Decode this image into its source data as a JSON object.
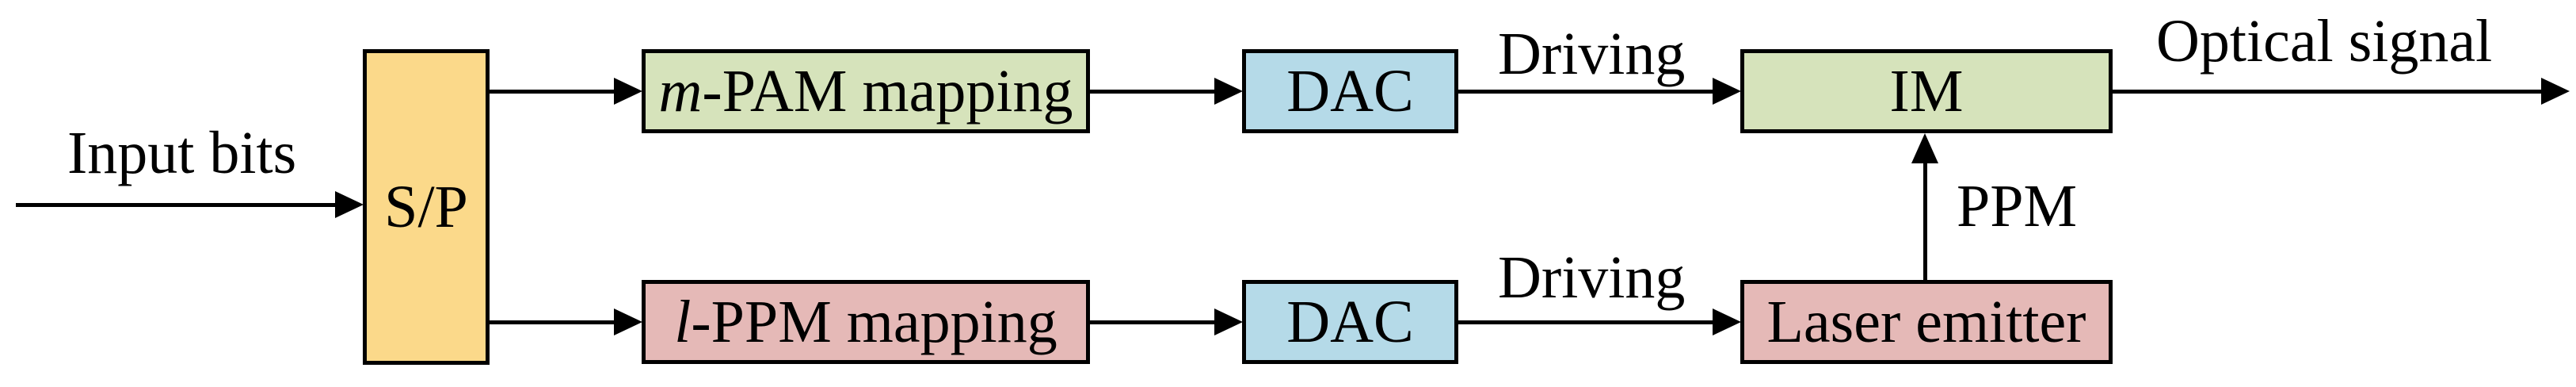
{
  "blocks": {
    "sp": {
      "label": "S/P",
      "fill": "#FBD98A"
    },
    "mpam": {
      "italic": "m",
      "label": "-PAM mapping",
      "fill": "#D6E3BB"
    },
    "lppm": {
      "italic": "l",
      "label": "-PPM mapping",
      "fill": "#E5B9B7"
    },
    "dac_top": {
      "label": "DAC",
      "fill": "#B5DAE8"
    },
    "dac_bottom": {
      "label": "DAC",
      "fill": "#B5DAE8"
    },
    "im": {
      "label": "IM",
      "fill": "#D6E3BB"
    },
    "laser": {
      "label": "Laser emitter",
      "fill": "#E5B9B7"
    }
  },
  "annotations": {
    "input_bits": "Input bits",
    "driving_top": "Driving",
    "driving_bottom": "Driving",
    "ppm": "PPM",
    "optical_signal": "Optical signal"
  },
  "edges": [
    {
      "from": "input",
      "to": "sp",
      "label": "Input bits"
    },
    {
      "from": "sp",
      "to": "mpam",
      "label": ""
    },
    {
      "from": "sp",
      "to": "lppm",
      "label": ""
    },
    {
      "from": "mpam",
      "to": "dac_top",
      "label": ""
    },
    {
      "from": "dac_top",
      "to": "im",
      "label": "Driving"
    },
    {
      "from": "lppm",
      "to": "dac_bottom",
      "label": ""
    },
    {
      "from": "dac_bottom",
      "to": "laser",
      "label": "Driving"
    },
    {
      "from": "laser",
      "to": "im",
      "label": "PPM"
    },
    {
      "from": "im",
      "to": "output",
      "label": "Optical signal"
    }
  ],
  "colors": {
    "line": "#000000",
    "background": "#FFFFFF"
  }
}
